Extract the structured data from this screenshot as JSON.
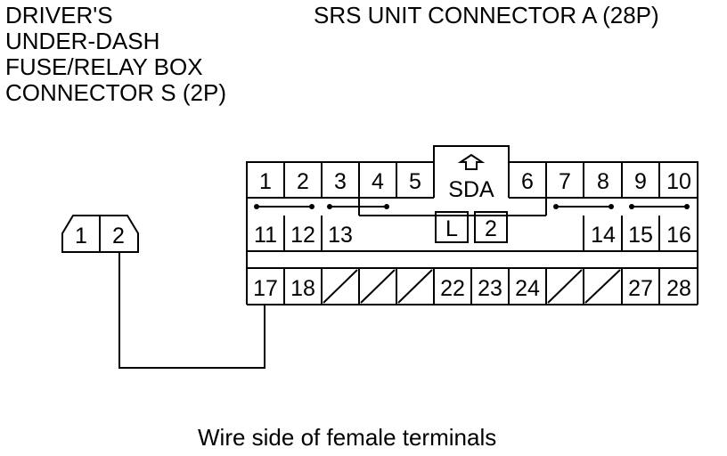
{
  "left_connector": {
    "title_lines": [
      "DRIVER'S",
      "UNDER-DASH",
      "FUSE/RELAY BOX",
      "CONNECTOR S (2P)"
    ],
    "terminals": [
      "1",
      "2"
    ]
  },
  "right_connector": {
    "title": "SRS UNIT CONNECTOR A (28P)",
    "key_label": "SDA",
    "key_boxes": [
      "L",
      "2"
    ],
    "terminals": {
      "1": "1",
      "2": "2",
      "3": "3",
      "4": "4",
      "5": "5",
      "6": "6",
      "7": "7",
      "8": "8",
      "9": "9",
      "10": "10",
      "11": "11",
      "12": "12",
      "13": "13",
      "14": "14",
      "15": "15",
      "16": "16",
      "17": "17",
      "18": "18",
      "22": "22",
      "23": "23",
      "24": "24",
      "27": "27",
      "28": "28"
    }
  },
  "caption": "Wire side of female terminals"
}
